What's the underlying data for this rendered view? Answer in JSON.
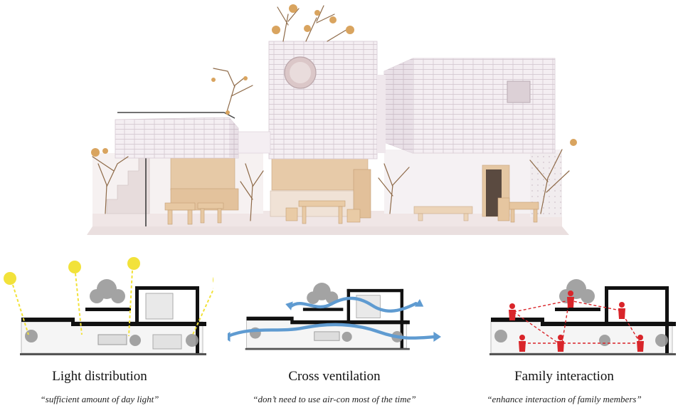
{
  "panels": [
    {
      "title": "Light distribution",
      "subtitle": "“sufficient amount of day light”"
    },
    {
      "title": "Cross ventilation",
      "subtitle": "“don’t need to use air-con  most of the time”"
    },
    {
      "title": "Family interaction",
      "subtitle": "“enhance interaction of family members”"
    }
  ],
  "colors": {
    "sun": "#f2e23a",
    "airflow": "#5f9bd1",
    "interaction": "#d9252a",
    "model_wall": "#f3eef0",
    "wood": "#e2c29c"
  },
  "icons": [
    "sun-icon",
    "airflow-arrow-icon",
    "person-icon"
  ]
}
